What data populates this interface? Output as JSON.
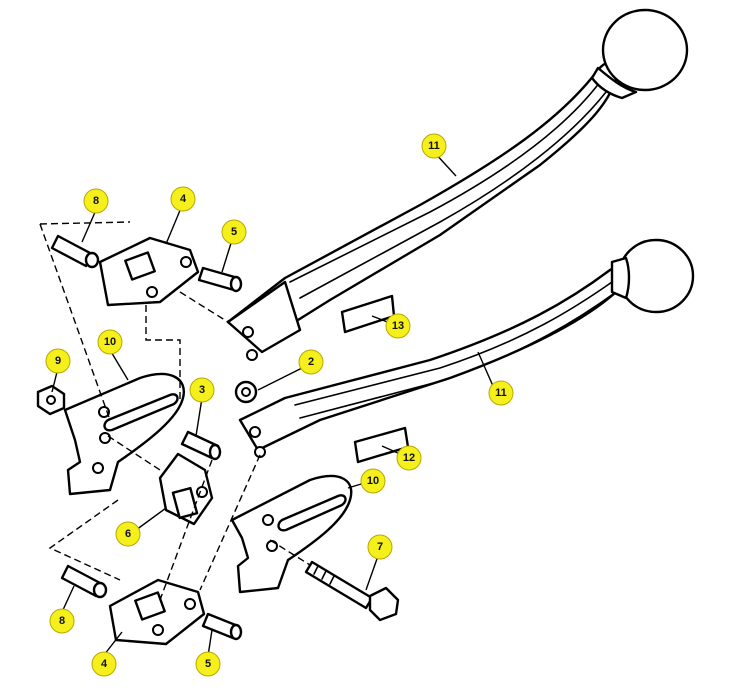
{
  "colors": {
    "badge_fill": "#f5ef1c",
    "line": "#000000",
    "background": "#ffffff"
  },
  "callouts": [
    {
      "id": "c11a",
      "label": "11"
    },
    {
      "id": "c11b",
      "label": "11"
    },
    {
      "id": "c13",
      "label": "13"
    },
    {
      "id": "c12",
      "label": "12"
    },
    {
      "id": "c10a",
      "label": "10"
    },
    {
      "id": "c10b",
      "label": "10"
    },
    {
      "id": "c9",
      "label": "9"
    },
    {
      "id": "c8a",
      "label": "8"
    },
    {
      "id": "c4a",
      "label": "4"
    },
    {
      "id": "c5a",
      "label": "5"
    },
    {
      "id": "c3",
      "label": "3"
    },
    {
      "id": "c2",
      "label": "2"
    },
    {
      "id": "c6",
      "label": "6"
    },
    {
      "id": "c7",
      "label": "7"
    },
    {
      "id": "c8b",
      "label": "8"
    },
    {
      "id": "c4b",
      "label": "4"
    },
    {
      "id": "c5b",
      "label": "5"
    }
  ]
}
